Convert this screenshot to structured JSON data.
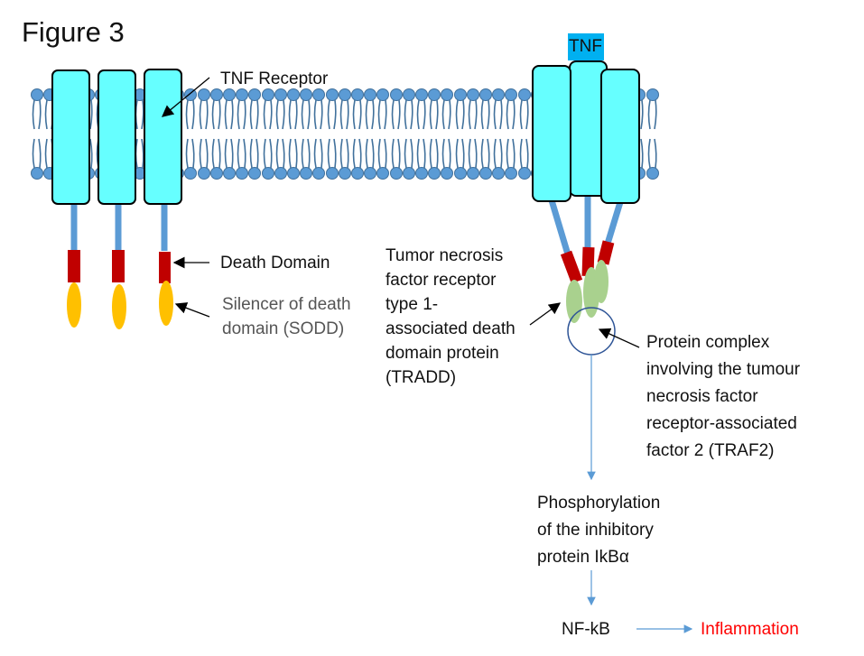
{
  "title": "Figure 3",
  "labels": {
    "tnf": "TNF",
    "tnf_receptor": "TNF Receptor",
    "death_domain": "Death Domain",
    "sodd": "Silencer of death\ndomain (SODD)",
    "tradd": "Tumor necrosis\nfactor receptor\ntype 1-\nassociated death\ndomain protein\n(TRADD)",
    "traf2": "Protein complex\ninvolving the tumour\nnecrosis factor\nreceptor-associated\nfactor 2 (TRAF2)",
    "phosphorylation": "Phosphorylation\nof the inhibitory\nprotein IkBα",
    "nfkb": "NF-kB",
    "inflammation": "Inflammation"
  },
  "colors": {
    "receptor": "#66FFFF",
    "tnf": "#00B0F0",
    "death_domain": "#C00000",
    "sodd": "#FFC000",
    "tradd": "#A9D18E",
    "lipid": "#5B9BD5",
    "stalk": "#5B9BD5",
    "inflammation": "#FF0000"
  }
}
